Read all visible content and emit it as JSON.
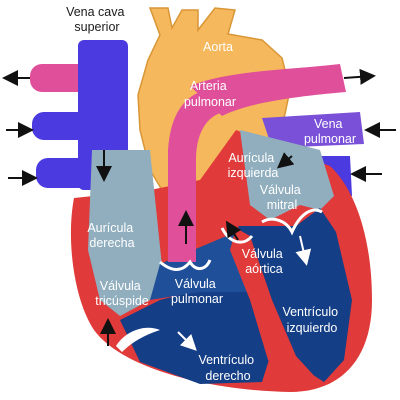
{
  "diagram": {
    "labels": {
      "vena_cava_superior": [
        "Vena cava",
        "superior"
      ],
      "aorta": [
        "Aorta"
      ],
      "arteria_pulmonar": [
        "Arteria",
        "pulmonar"
      ],
      "vena_pulmonar": [
        "Vena",
        "pulmonar"
      ],
      "auricula_izquierda": [
        "Aurícula",
        "izquierda"
      ],
      "valvula_mitral": [
        "Válvula",
        "mitral"
      ],
      "auricula_derecha": [
        "Aurícula",
        "derecha"
      ],
      "valvula_aortica": [
        "Válvula",
        "aórtica"
      ],
      "valvula_tricuspide": [
        "Válvula",
        "tricúspide"
      ],
      "valvula_pulmonar": [
        "Válvula",
        "pulmonar"
      ],
      "ventriculo_izquierdo": [
        "Ventrículo",
        "izquierdo"
      ],
      "ventriculo_derecho": [
        "Ventrículo",
        "derecho"
      ]
    },
    "colors": {
      "deoxygenated_vessel": "#4a3ae0",
      "oxygenated_vessel": "#e0509a",
      "aorta": "#f6b85c",
      "atrium": "#90aebe",
      "ventricle": "#143e86",
      "myocardium": "#e03a3a",
      "valve": "#ffffff",
      "arrow": "#111111"
    }
  }
}
